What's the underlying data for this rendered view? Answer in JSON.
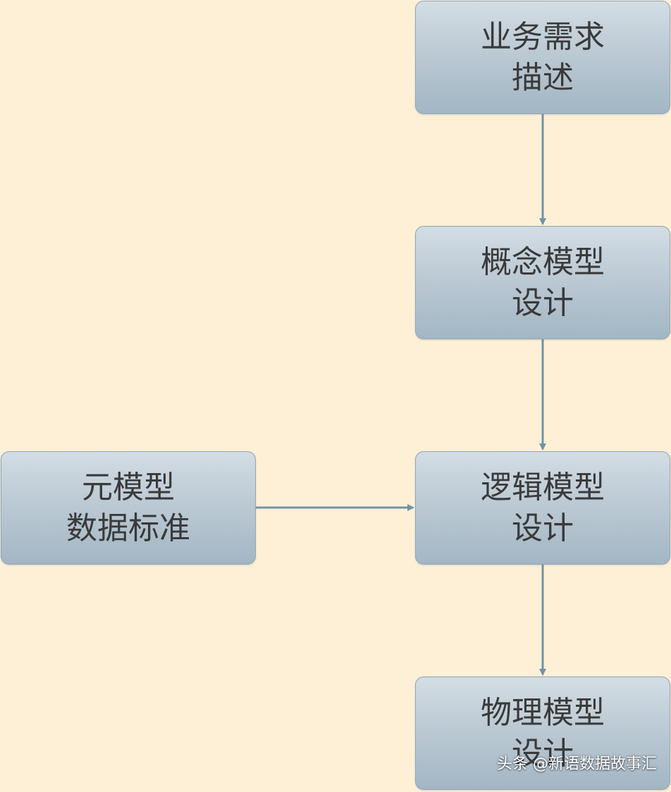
{
  "nodes": {
    "business": {
      "line1": "业务需求",
      "line2": "描述"
    },
    "concept": {
      "line1": "概念模型",
      "line2": "设计"
    },
    "logical": {
      "line1": "逻辑模型",
      "line2": "设计"
    },
    "physical": {
      "line1": "物理模型",
      "line2": "设计"
    },
    "meta": {
      "line1": "元模型",
      "line2": "数据标准"
    }
  },
  "edges": [
    {
      "from": "business",
      "to": "concept"
    },
    {
      "from": "concept",
      "to": "logical"
    },
    {
      "from": "logical",
      "to": "physical"
    },
    {
      "from": "meta",
      "to": "logical"
    }
  ],
  "colors": {
    "background": "#fdf0d6",
    "connector": "#6f93aa",
    "box_border": "#8fa6b7"
  },
  "watermark": "头条 @新语数据故事汇"
}
